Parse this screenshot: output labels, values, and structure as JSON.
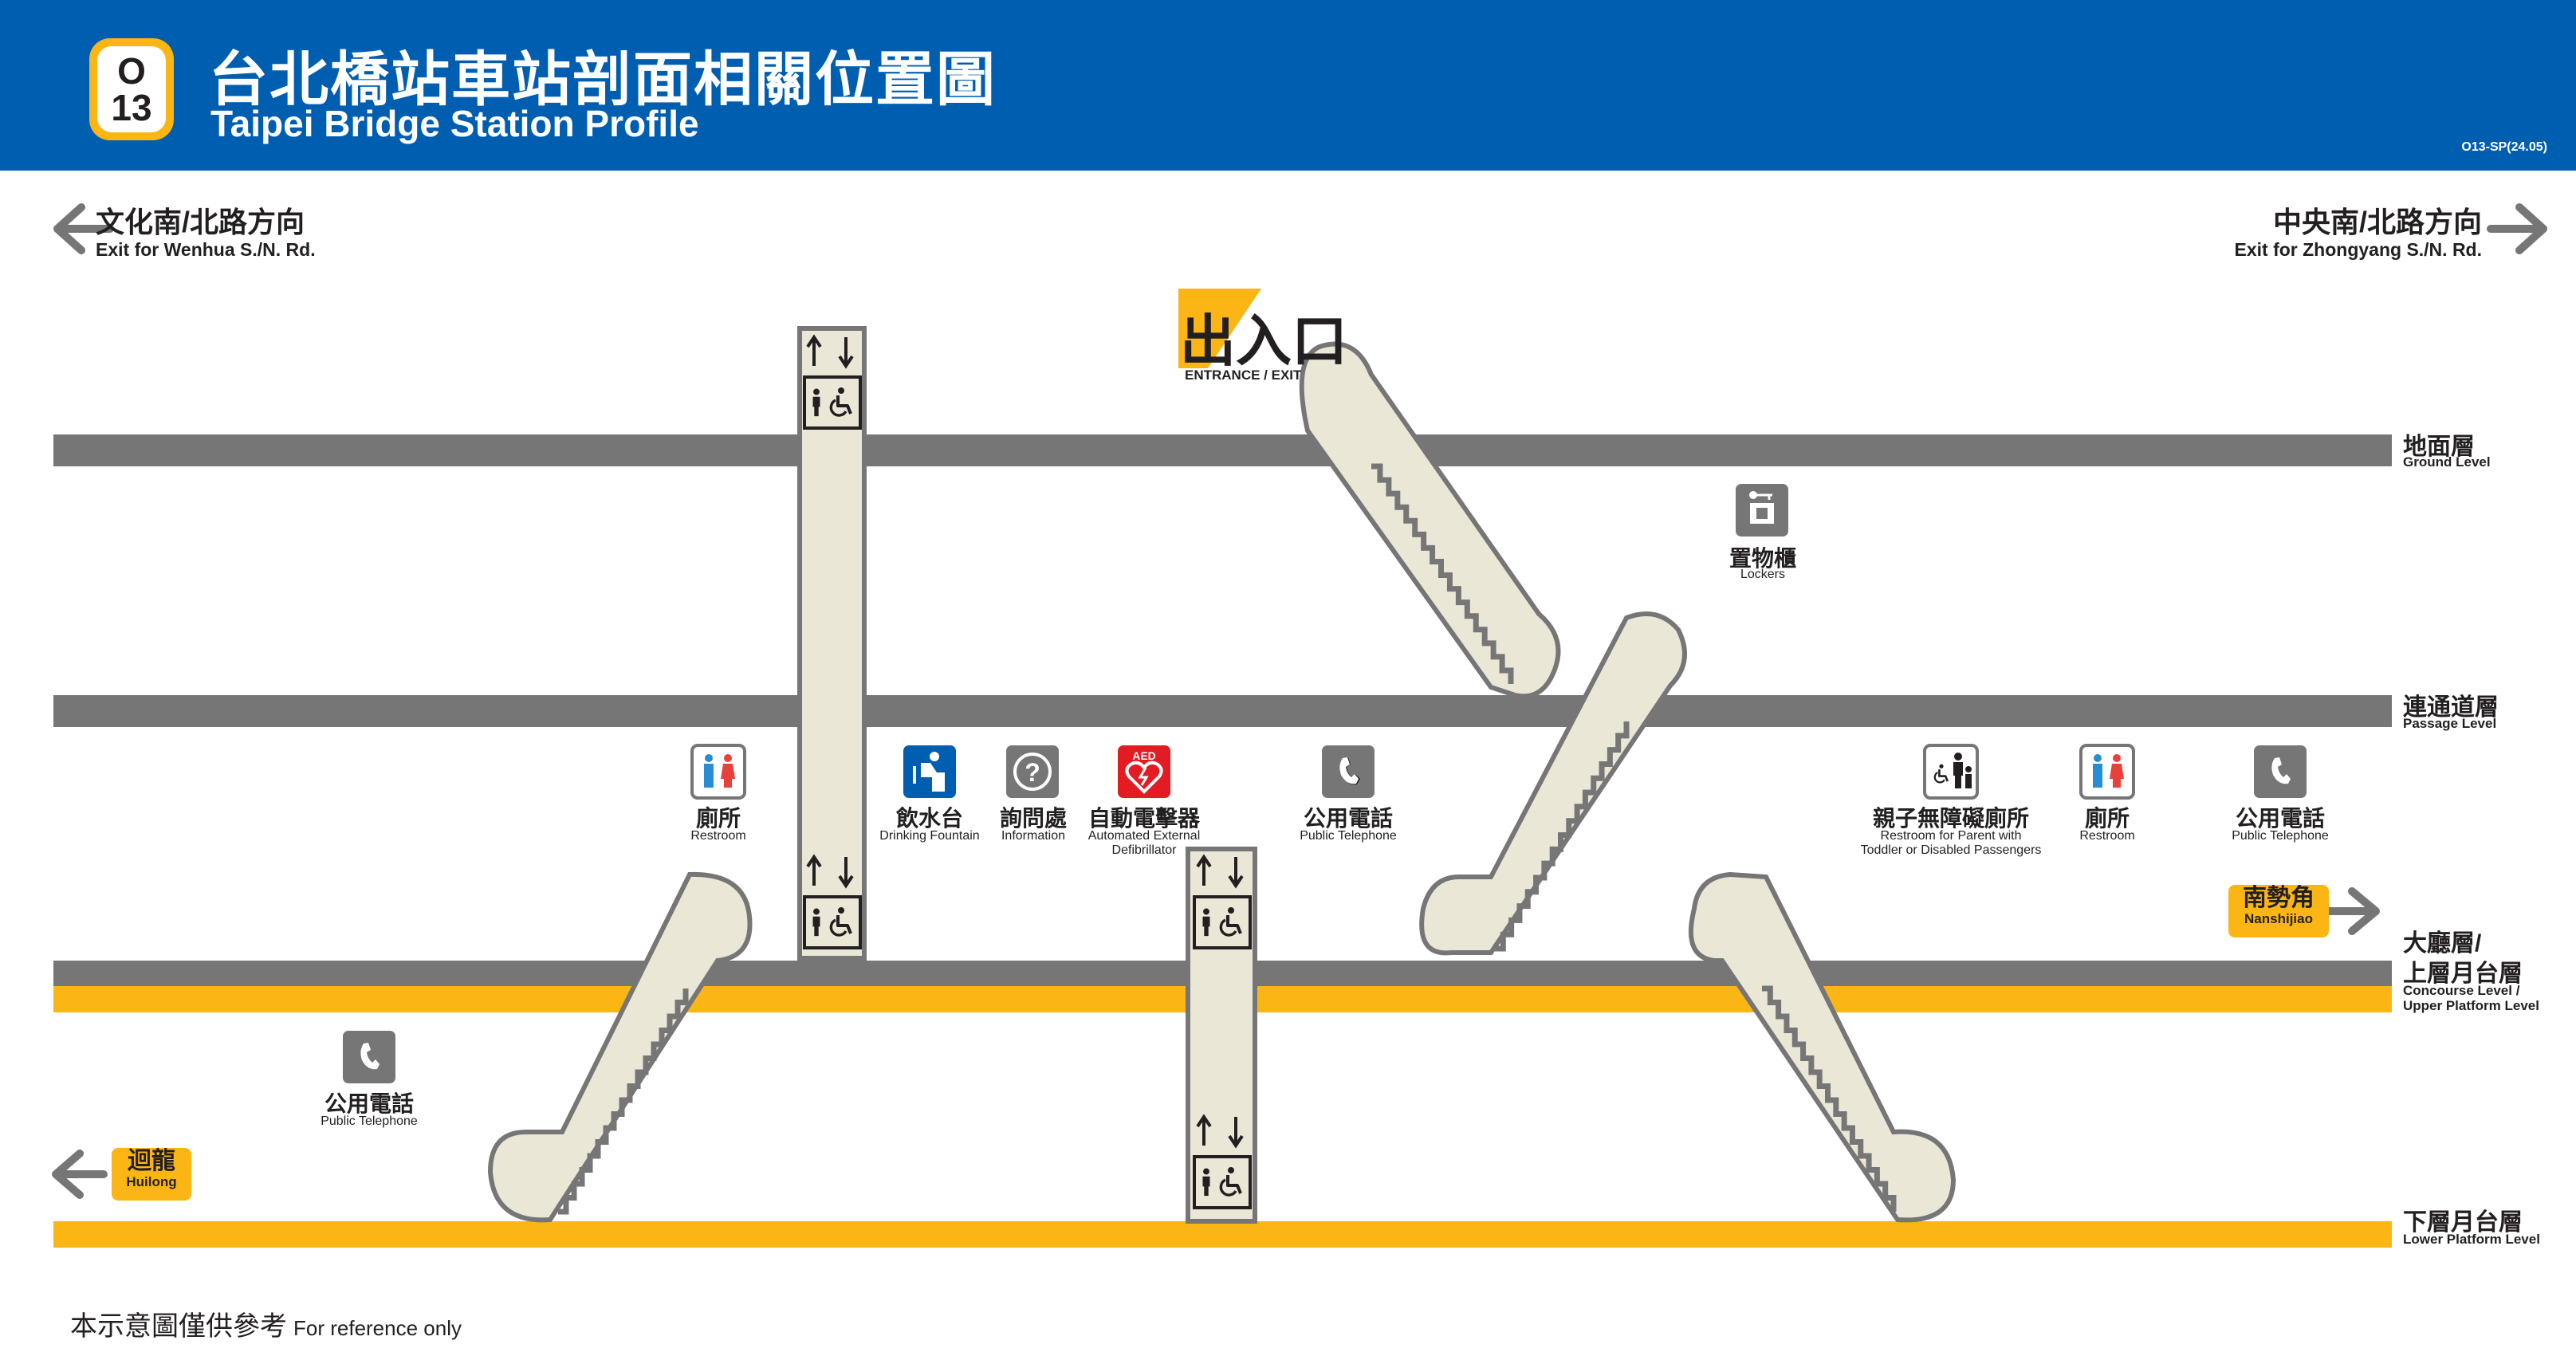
{
  "header": {
    "line_code": "O",
    "station_number": "13",
    "title_zh": "台北橋站車站剖面相關位置圖",
    "title_en": "Taipei Bridge Station Profile",
    "doc_code": "O13-SP(24.05)"
  },
  "directions": {
    "left": {
      "zh": "文化南/北路方向",
      "en": "Exit for Wenhua S./N. Rd."
    },
    "right": {
      "zh": "中央南/北路方向",
      "en": "Exit for Zhongyang S./N. Rd."
    }
  },
  "entrance": {
    "zh": "出入口",
    "en": "ENTRANCE / EXIT"
  },
  "floors": {
    "ground": {
      "zh": "地面層",
      "en": "Ground Level"
    },
    "passage": {
      "zh": "連通道層",
      "en": "Passage Level"
    },
    "concourse": {
      "zh1": "大廳層/",
      "zh2": "上層月台層",
      "en1": "Concourse Level /",
      "en2": "Upper Platform Level"
    },
    "lower": {
      "zh": "下層月台層",
      "en": "Lower Platform Level"
    }
  },
  "facilities": {
    "lockers": {
      "zh": "置物櫃",
      "en": "Lockers"
    },
    "restroom_left": {
      "zh": "廁所",
      "en": "Restroom"
    },
    "fountain": {
      "zh": "飲水台",
      "en": "Drinking Fountain"
    },
    "info": {
      "zh": "詢問處",
      "en": "Information"
    },
    "aed": {
      "zh": "自動電擊器",
      "en1": "Automated External",
      "en2": "Defibrillator",
      "icon_text": "AED"
    },
    "phone_mid": {
      "zh": "公用電話",
      "en": "Public Telephone"
    },
    "family_restroom": {
      "zh": "親子無障礙廁所",
      "en1": "Restroom for Parent with",
      "en2": "Toddler or Disabled Passengers"
    },
    "restroom_right": {
      "zh": "廁所",
      "en": "Restroom"
    },
    "phone_right": {
      "zh": "公用電話",
      "en": "Public Telephone"
    },
    "phone_lower": {
      "zh": "公用電話",
      "en": "Public Telephone"
    }
  },
  "destinations": {
    "nanshijiao": {
      "zh": "南勢角",
      "en": "Nanshijiao"
    },
    "huilong": {
      "zh": "迴龍",
      "en": "Huilong"
    }
  },
  "footer": {
    "zh": "本示意圖僅供參考",
    "en": "For reference only"
  },
  "colors": {
    "blue": "#005eb0",
    "orange": "#fbb615",
    "gray": "#777677",
    "escalator": "#ebe7d7",
    "aed_red": "#e31b23"
  },
  "icons": [
    "arrow-left-icon",
    "arrow-right-icon",
    "elevator-arrows-icon",
    "wheelchair-icon",
    "locker-icon",
    "restroom-icon",
    "drinking-fountain-icon",
    "information-icon",
    "aed-heart-icon",
    "telephone-icon",
    "family-restroom-icon"
  ]
}
